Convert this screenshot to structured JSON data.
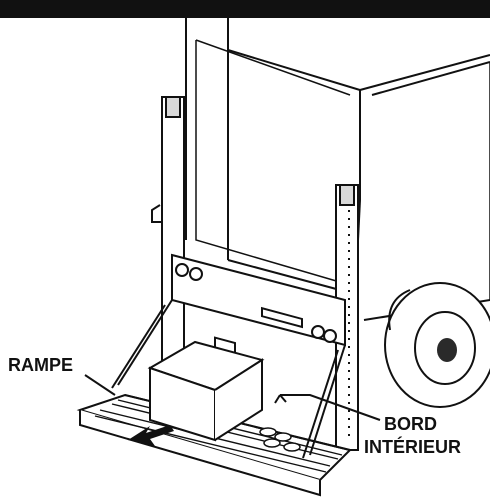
{
  "labels": {
    "ramp": "RAMPE",
    "inboard_line1": "BORD",
    "inboard_line2": "INTÉRIEUR"
  },
  "colors": {
    "ink": "#111111",
    "paper": "#ffffff",
    "tire": "#2a2a2a",
    "shade": "#d9d9d9"
  }
}
